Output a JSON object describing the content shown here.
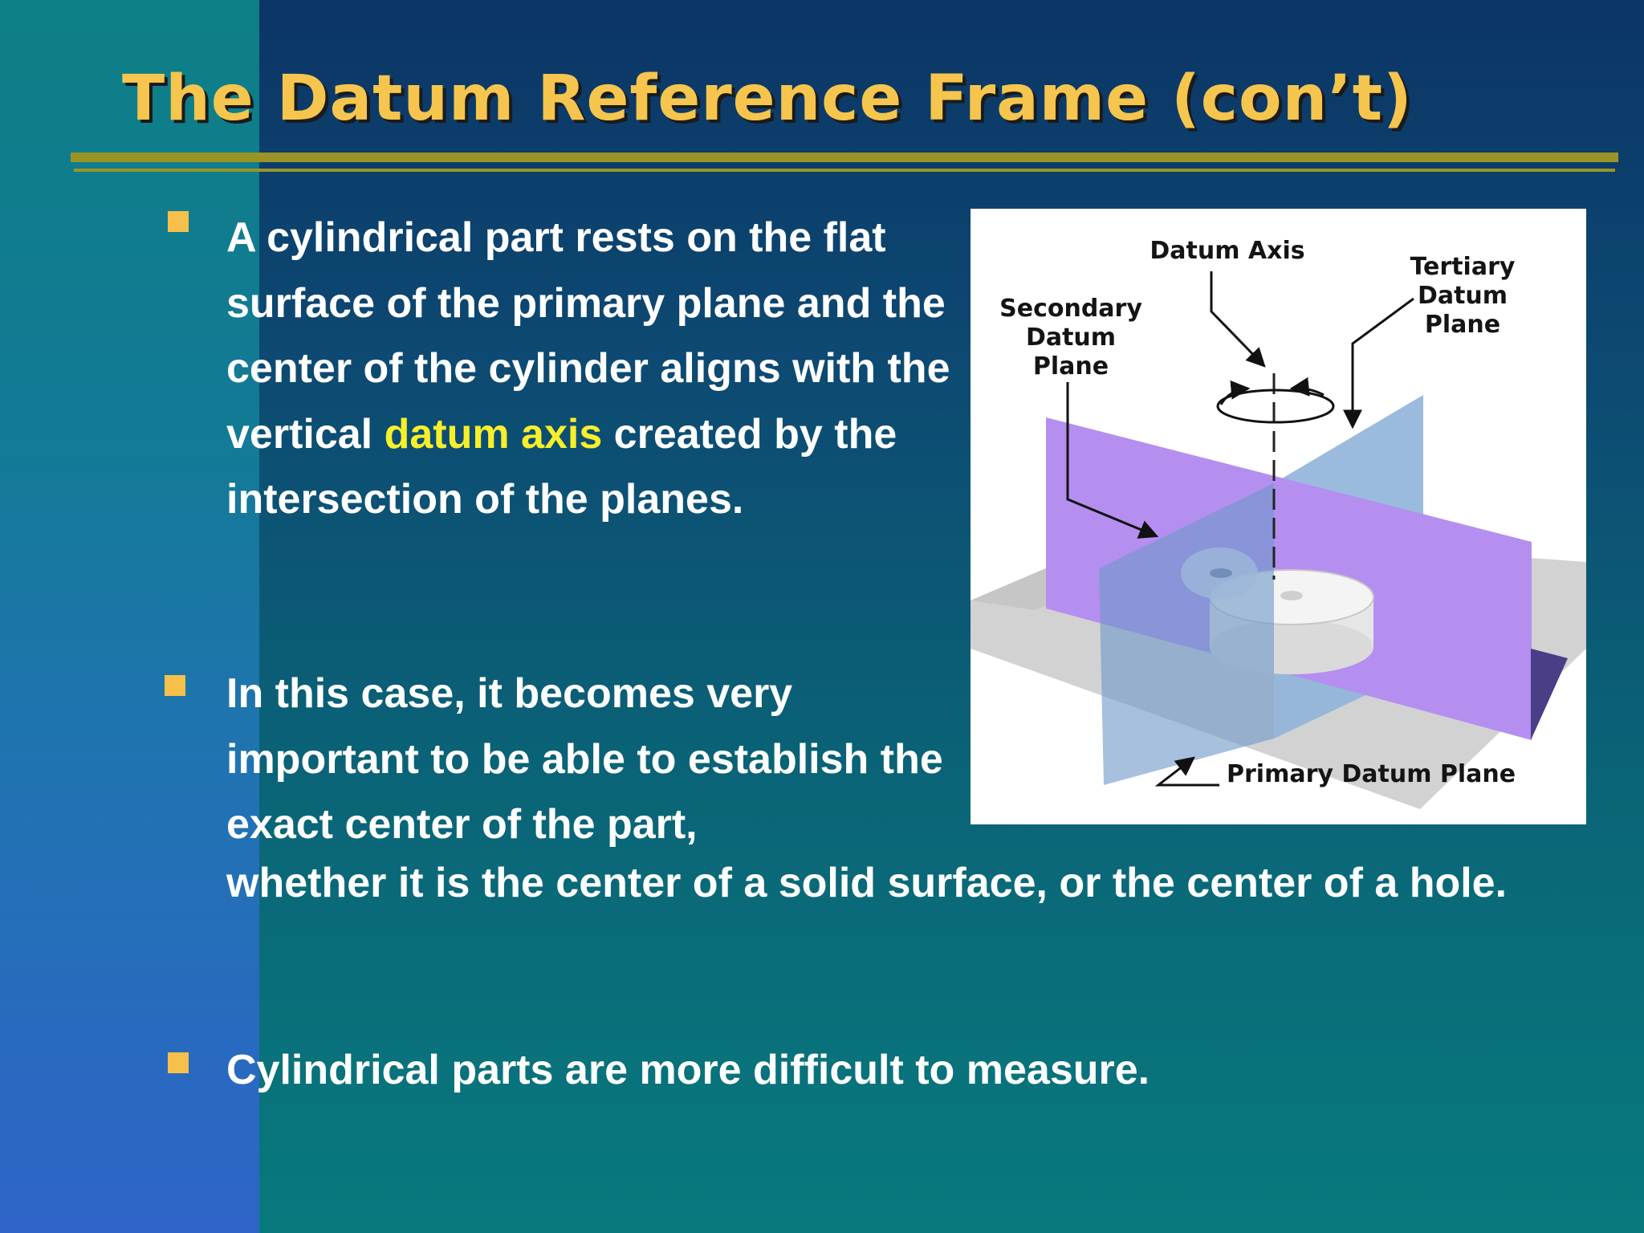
{
  "slide": {
    "title": "The Datum Reference Frame (con’t)",
    "bullets": [
      {
        "lead": "A cylindrical part rests on the flat surface of the primary plane and the center of the cylinder aligns with the vertical ",
        "highlight": "datum axis",
        "trail": " created by the intersection of the planes."
      },
      {
        "text": "In this case, it becomes very important to be able to establish the exact center of the part,",
        "text_tail": "whether it is the center of a solid surface, or the center of a hole."
      },
      {
        "text": "Cylindrical parts are more difficult to measure."
      }
    ]
  },
  "figure": {
    "labels": {
      "datum_axis": "Datum Axis",
      "tertiary": [
        "Tertiary",
        "Datum",
        "Plane"
      ],
      "secondary": [
        "Secondary",
        "Datum",
        "Plane"
      ],
      "primary": "Primary Datum Plane"
    }
  },
  "colors": {
    "title": "#f5c54d",
    "bullet": "#f7c04a",
    "highlight": "#f7ef2a",
    "rule": "#9a9427",
    "secondary_plane": "#b48ff0",
    "tertiary_plane": "#7ea5d3",
    "primary_plane": "#d2d2d2"
  }
}
